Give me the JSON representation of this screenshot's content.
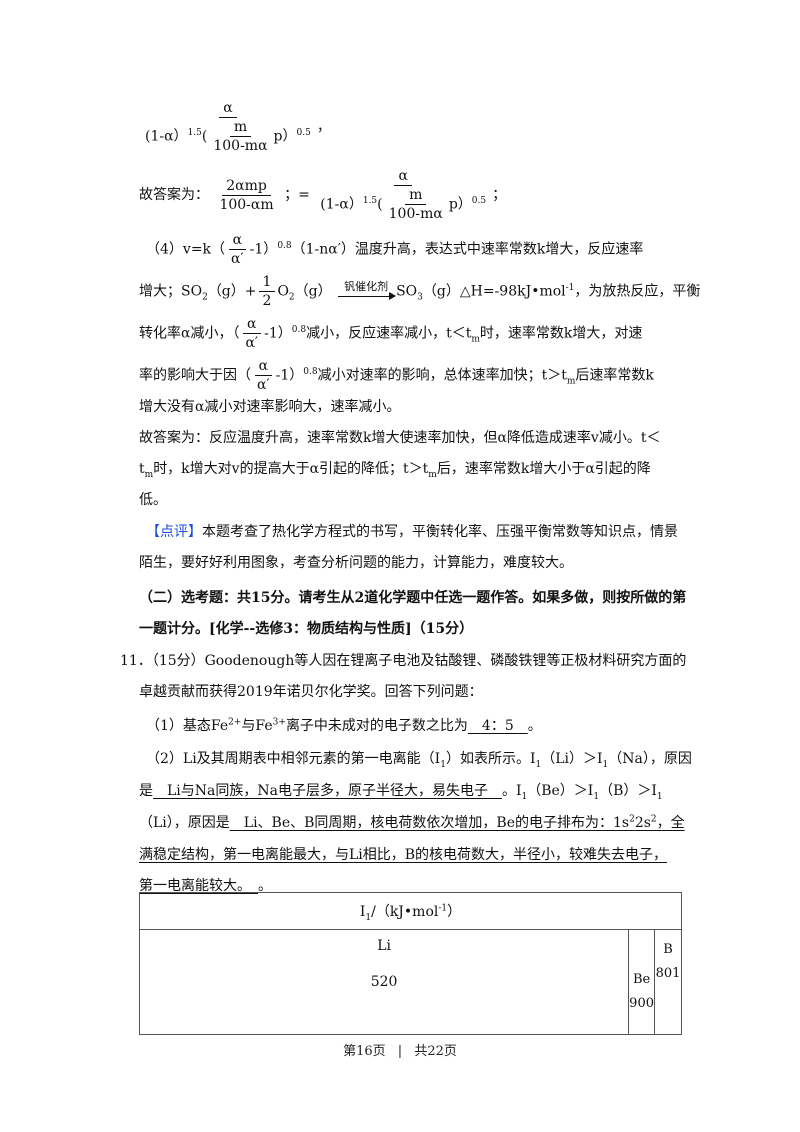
{
  "lines": {
    "l1_num": "α",
    "l1_den_a": "(1-α）",
    "l1_den_exp1": "1.5",
    "l1_inner_num": "m",
    "l1_inner_den": "100-mα",
    "l1_p": "p）",
    "l1_exp2": "0.5",
    "l1_tail": "，",
    "l2_prefix": "故答案为：",
    "l2_frac_num": "2αmp",
    "l2_frac_den": "100-αm",
    "l2_mid": "；=",
    "l2_num": "α",
    "l2_den_a": "(1-α）",
    "l2_exp1": "1.5",
    "l2_inner_num": "m",
    "l2_inner_den": "100-mα",
    "l2_p": "p）",
    "l2_exp2": "0.5",
    "l2_tail": "；",
    "l3_a": "（4）v=k（",
    "l3_fn": "α",
    "l3_fd": "α′",
    "l3_b": "-1）",
    "l3_exp": "0.8",
    "l3_c": "（1-nα′）温度升高，表达式中速率常数k增大，反应速率",
    "l4_a": "增大；SO",
    "l4_s1": "2",
    "l4_b": "（g）+",
    "l4_fn": "1",
    "l4_fd": "2",
    "l4_c": "O",
    "l4_s2": "2",
    "l4_d": "（g）",
    "l4_cat": "钒催化剂",
    "l4_e": "SO",
    "l4_s3": "3",
    "l4_f": "（g）△H=-98kJ•mol",
    "l4_sup": "-1",
    "l4_g": "，为放热反应，平衡",
    "l5_a": "转化率α减小，（",
    "l5_fn": "α",
    "l5_fd": "α′",
    "l5_b": "-1）",
    "l5_exp": "0.8",
    "l5_c": "减小，反应速率减小，t＜t",
    "l5_sub": "m",
    "l5_d": "时，速率常数k增大，对速",
    "l6_a": "率的影响大于因（",
    "l6_fn": "α",
    "l6_fd": "α′",
    "l6_b": "-1）",
    "l6_exp": "0.8",
    "l6_c": "减小对速率的影响，总体速率加快；t＞t",
    "l6_sub": "m",
    "l6_d": "后速率常数k",
    "l7": "增大没有α减小对速率影响大，速率减小。",
    "l8": "故答案为：反应温度升高，速率常数k增大使速率加快，但α降低造成速率v减小。t＜",
    "l9_a": "t",
    "l9_sub": "m",
    "l9_b": "时，k增大对v的提高大于α引起的降低；t＞t",
    "l9_sub2": "m",
    "l9_c": "后，速率常数k增大小于α引起的降",
    "l10": "低。",
    "l11_tag": "【点评】",
    "l11": "本题考查了热化学方程式的书写，平衡转化率、压强平衡常数等知识点，情景",
    "l12": "陌生，要好好利用图象，考查分析问题的能力，计算能力，难度较大。",
    "l13": "（二）选考题：共15分。请考生从2道化学题中任选一题作答。如果多做，则按所做的第",
    "l14": "一题计分。[化学--选修3：物质结构与性质]（15分）",
    "l15": "11．（15分）Goodenough等人因在锂离子电池及钴酸锂、磷酸铁锂等正极材料研究方面的",
    "l16": "卓越贡献而获得2019年诺贝尔化学奖。回答下列问题：",
    "l17_a": "（1）基态Fe",
    "l17_sup1": "2+",
    "l17_b": "与Fe",
    "l17_sup2": "3+",
    "l17_c": "离子中未成对的电子数之比为",
    "l17_ans": "　4：5　",
    "l17_d": "。",
    "l18_a": "（2）Li及其周期表中相邻元素的第一电离能（I",
    "l18_s1": "1",
    "l18_b": "）如表所示。I",
    "l18_s2": "1",
    "l18_c": "（Li）＞I",
    "l18_s3": "1",
    "l18_d": "（Na），原因",
    "l19_a": "是",
    "l19_ans": "　Li与Na同族，Na电子层多，原子半径大，易失电子　",
    "l19_b": "。I",
    "l19_s1": "1",
    "l19_c": "（Be）＞I",
    "l19_s2": "1",
    "l19_d": "（B）＞I",
    "l19_s3": "1",
    "l20_a": "（Li），原因是",
    "l20_ans_a": "　Li、Be、B同周期，核电荷数依次增加，Be的电子排布为：1s",
    "l20_sup1": "2",
    "l20_ans_b": "2s",
    "l20_sup2": "2",
    "l20_ans_c": "，全",
    "l21": "满稳定结构，第一电离能最大，与Li相比，B的核电荷数大，半径小，较难失去电子，",
    "l22_ans": "第一电离能较大。　",
    "l22_b": "。"
  },
  "table": {
    "header_a": "I",
    "header_sub": "1",
    "header_b": "/（kJ•mol",
    "header_sup": "-1",
    "header_c": "）",
    "li_name": "Li",
    "li_value": "520",
    "be_name": "Be",
    "be_value": "900",
    "b_name": "B",
    "b_value": "801"
  },
  "footer": {
    "left": "第16页",
    "sep": "|",
    "right": "共22页"
  }
}
